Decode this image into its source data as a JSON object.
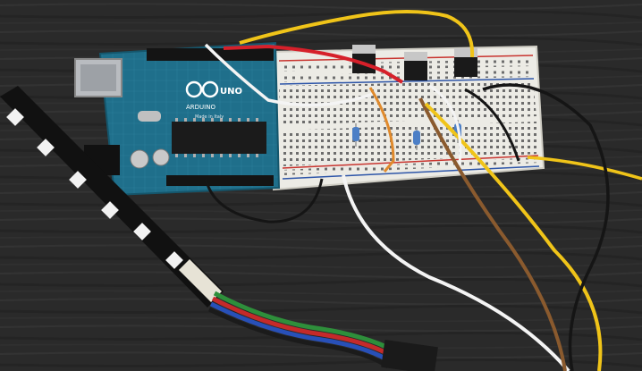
{
  "board": {
    "brand": "ARDUINO",
    "model": "UNO",
    "origin": "Made in Italy"
  },
  "colors": {
    "table": "#2b2b2b",
    "board": "#1f6f8b",
    "breadboard": "#ecebe5",
    "wire_red": "#d6202a",
    "wire_yellow": "#f0c419",
    "wire_white": "#f4f4f4",
    "wire_black": "#151515",
    "wire_brown": "#8a5a2e",
    "wire_orange": "#e08a2c",
    "led_strip": "#111111"
  }
}
